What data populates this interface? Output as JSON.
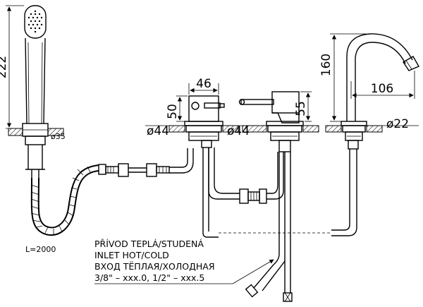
{
  "dimensions": {
    "shower_height": "222",
    "hole_small": "ø35",
    "hose_length": "L=2000",
    "valve_width": "46",
    "valve_height": "50",
    "valve_hole": "ø44",
    "mixer_hole": "ø44",
    "mixer_height": "55",
    "spout_height": "160",
    "spout_reach": "106",
    "spout_hole": "ø22"
  },
  "note": {
    "line1": "PŘÍVOD TEPLÁ/STUDENÁ",
    "line2": "INLET HOT/COLD",
    "line3": "ВХОД ТЁПЛАЯ/ХОЛОДНАЯ",
    "line4": "3/8\" – xxx.0, 1/2\" – xxx.5"
  }
}
